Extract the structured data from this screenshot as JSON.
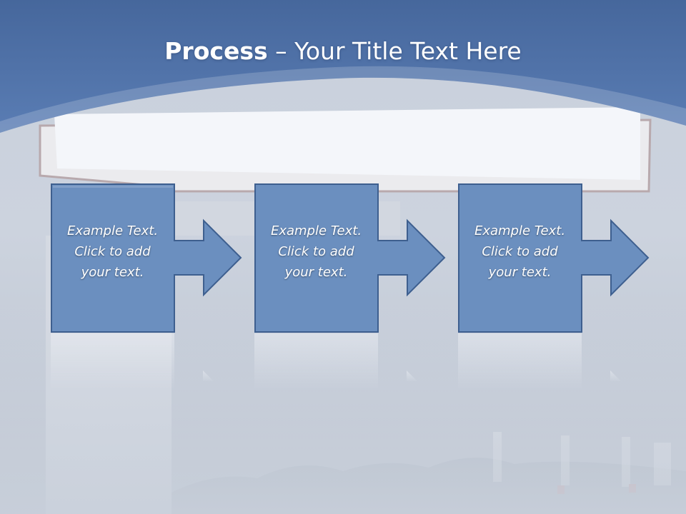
{
  "slide": {
    "title_bold": "Process",
    "title_rest": " – Your Title Text Here"
  },
  "steps": [
    {
      "line1": "Example Text.",
      "line2": "Click  to add",
      "line3": "your text."
    },
    {
      "line1": "Example Text.",
      "line2": "Click  to add",
      "line3": "your text."
    },
    {
      "line1": "Example Text.",
      "line2": "Click  to add",
      "line3": "your text."
    }
  ],
  "colors": {
    "header_blue": "#4f72a8",
    "box_fill": "#6b8fbf",
    "box_stroke": "#3e5f8f"
  }
}
